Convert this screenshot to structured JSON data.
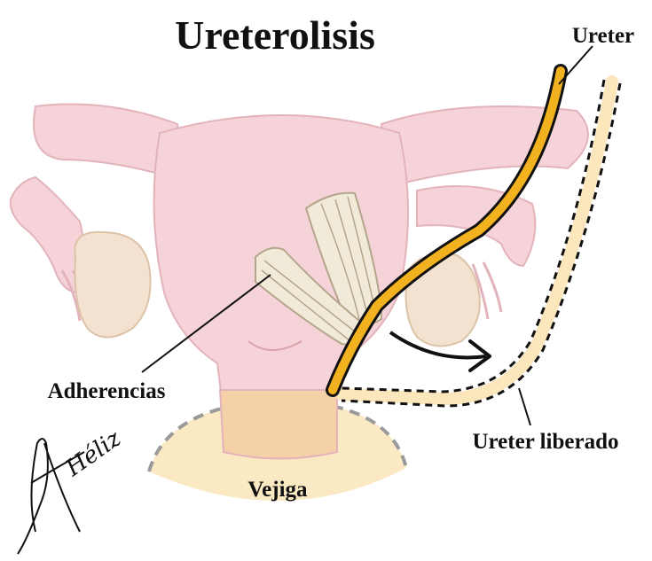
{
  "title": "Ureterolisis",
  "labels": {
    "ureter": "Ureter",
    "adhesions": "Adherencias",
    "freed_ureter": "Ureter liberado",
    "bladder": "Vejiga"
  },
  "signature": "Héliz",
  "colors": {
    "uterus": "#f6d3d8",
    "uterus_outline": "#e3b3bb",
    "ovary": "#f3e2cf",
    "ovary_outline": "#dcc3a8",
    "adhesion": "#f2ead8",
    "adhesion_lines": "#b3a58b",
    "bladder": "#fbe9c3",
    "bladder_overlap": "#f4d1a7",
    "bladder_dash": "#9a9a9a",
    "ureter": "#f2b21f",
    "freed_ureter": "#fce7bd",
    "ink": "#111111"
  }
}
